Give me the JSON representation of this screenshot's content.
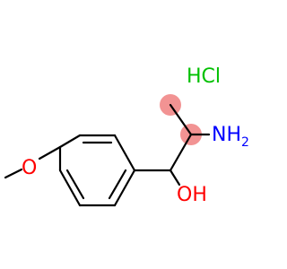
{
  "molecule": {
    "salt_label": "HCl",
    "amine_label_main": "NH",
    "amine_label_sub": "2",
    "hydroxyl_label": "OH",
    "ether_oxygen_label": "O",
    "colors": {
      "bond": "#000000",
      "carbon_highlight": "#f08080",
      "nitrogen": "#0000ff",
      "oxygen": "#ff0000",
      "chlorine": "#00c000"
    }
  }
}
